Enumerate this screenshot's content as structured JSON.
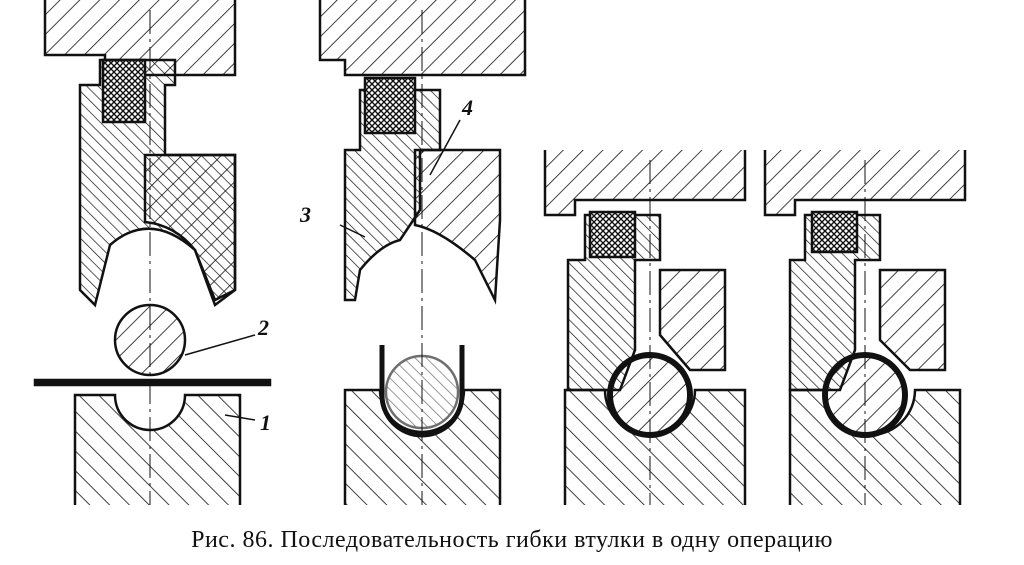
{
  "figure": {
    "caption": "Рис. 86. Последовательность гибки втулки в одну операцию",
    "labels": {
      "die": "1",
      "blank_roll": "2",
      "punch_left": "3",
      "punch_right": "4"
    },
    "stages": [
      "stage-1",
      "stage-2",
      "stage-3",
      "stage-4"
    ]
  }
}
